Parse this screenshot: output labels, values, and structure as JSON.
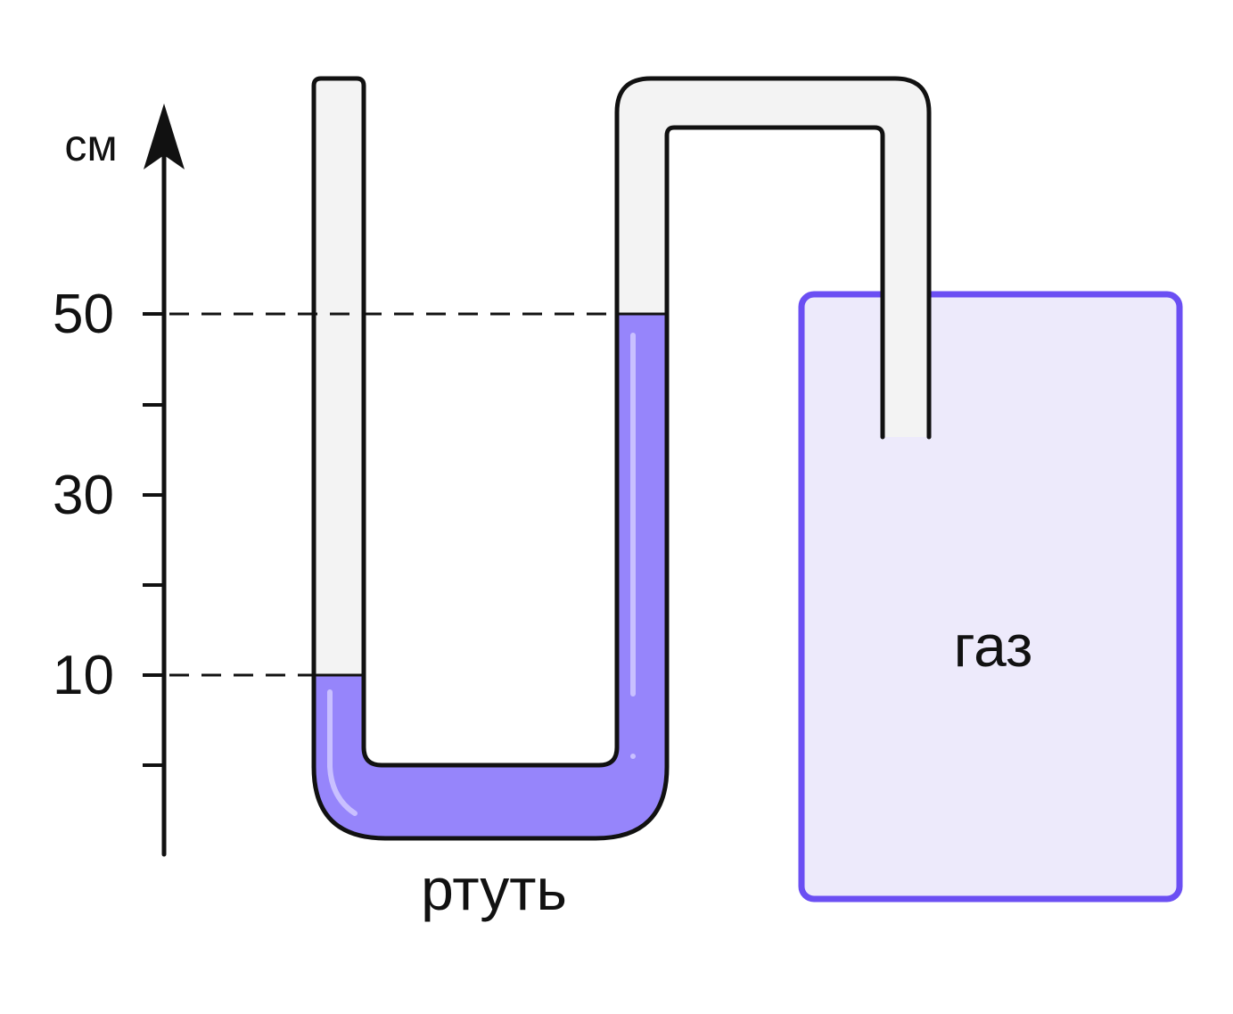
{
  "axis": {
    "unit": "см",
    "tick_labels": [
      "50",
      "30",
      "10"
    ]
  },
  "labels": {
    "mercury": "ртуть",
    "gas": "газ"
  },
  "readings": {
    "left_level": 10,
    "right_level": 50
  },
  "colors": {
    "mercury": "#9685fb",
    "mercury_highlight": "#c9c0ff",
    "tube_fill": "#f3f3f3",
    "outline": "#111111",
    "vessel_fill": "#edeafb",
    "vessel_stroke": "#6b4ff3"
  }
}
